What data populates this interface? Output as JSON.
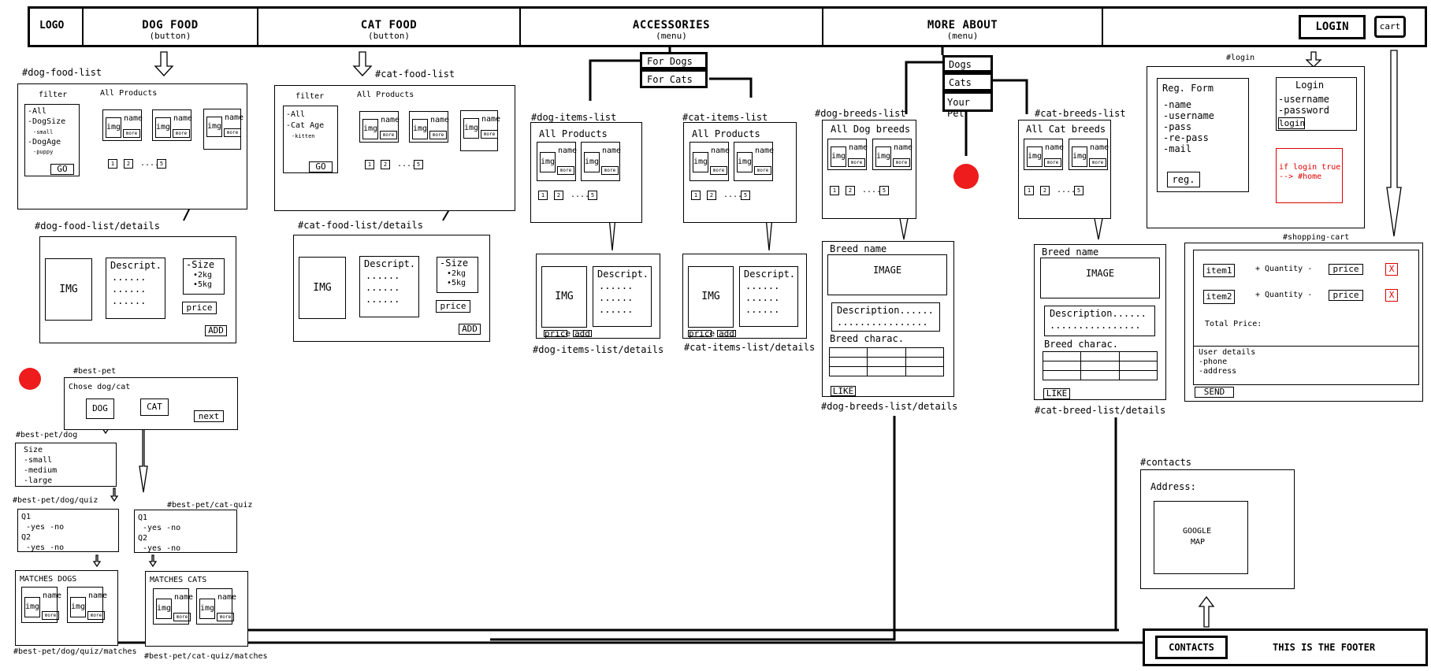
{
  "nav": {
    "logo": "LOGO",
    "dog_food": {
      "title": "DOG FOOD",
      "sub": "(button)"
    },
    "cat_food": {
      "title": "CAT FOOD",
      "sub": "(button)"
    },
    "accessories": {
      "title": "ACCESSORIES",
      "sub": "(menu)"
    },
    "more_about": {
      "title": "MORE ABOUT",
      "sub": "(menu)"
    },
    "login": "LOGIN",
    "cart": "cart"
  },
  "accessories_menu": [
    "For Dogs",
    "For Cats"
  ],
  "more_about_menu": [
    "Dogs",
    "Cats",
    "Your Pet"
  ],
  "common": {
    "img": "img",
    "name": "name",
    "more": "more",
    "page1": "1",
    "page2": "2",
    "page5": "5",
    "dots": "....",
    "go": "GO",
    "filter": "filter",
    "all_products": "All Products",
    "IMG": "IMG",
    "descript": "Descript.",
    "desc_dots": "......",
    "price": "price",
    "add": "add",
    "ADD": "ADD",
    "size": "-Size",
    "kg2": "•2kg",
    "kg5": "•5kg"
  },
  "dog_food_list": {
    "route": "#dog-food-list",
    "filter_items": [
      "-All",
      "-DogSize",
      "-small",
      "-DogAge",
      "-puppy"
    ],
    "details_route": "#dog-food-list/details"
  },
  "cat_food_list": {
    "route": "#cat-food-list",
    "filter_items": [
      "-All",
      "-Cat Age",
      "-kitten"
    ],
    "details_route": "#cat-food-list/details"
  },
  "dog_items": {
    "route": "#dog-items-list",
    "details_route": "#dog-items-list/details"
  },
  "cat_items": {
    "route": "#cat-items-list",
    "details_route": "#cat-items-list/details"
  },
  "dog_breeds": {
    "route": "#dog-breeds-list",
    "title": "All Dog  breeds",
    "details_route": "#dog-breeds-list/details"
  },
  "cat_breeds": {
    "route": "#cat-breeds-list",
    "title": "All Cat breeds",
    "details_route": "#cat-breed-list/details"
  },
  "breed_details": {
    "breed_name": "Breed name",
    "image": "IMAGE",
    "description": "Description......",
    "desc_dots": "................",
    "charac": "Breed charac.",
    "like": "LIKE"
  },
  "login": {
    "route": "#login",
    "reg_title": "Reg. Form",
    "reg_fields": [
      "-name",
      "-username",
      "-pass",
      "-re-pass",
      "-mail"
    ],
    "reg_button": "reg.",
    "login_title": "Login",
    "login_fields": [
      "-username",
      "-password"
    ],
    "login_button": "login",
    "redirect_note": [
      "if login true",
      "--> #home"
    ]
  },
  "cart": {
    "route": "#shopping-cart",
    "items": [
      {
        "name": "item1",
        "qty": "+ Quantity -",
        "price": "price",
        "remove": "X"
      },
      {
        "name": "item2",
        "qty": "+ Quantity -",
        "price": "price",
        "remove": "X"
      }
    ],
    "total": "Total Price:",
    "user_details": [
      "User details",
      "-phone",
      "-address"
    ],
    "send": "SEND"
  },
  "contacts": {
    "route": "#contacts",
    "address": "Address:",
    "map": [
      "GOOGLE",
      "MAP"
    ]
  },
  "footer": {
    "contacts": "CONTACTS",
    "text": "THIS IS THE FOOTER"
  },
  "best_pet": {
    "route": "#best-pet",
    "prompt": "Chose dog/cat",
    "dog": "DOG",
    "cat": "CAT",
    "next": "next",
    "dog_route": "#best-pet/dog",
    "size_options": [
      "Size",
      "-small",
      "-medium",
      "-large"
    ],
    "dog_quiz_route": "#best-pet/dog/quiz",
    "cat_quiz_route": "#best-pet/cat-quiz",
    "quiz": [
      "Q1",
      "-yes -no",
      "Q2",
      "-yes -no"
    ],
    "matches_dogs": "MATCHES DOGS",
    "matches_cats": "MATCHES CATS",
    "dog_matches_route": "#best-pet/dog/quiz/matches",
    "cat_matches_route": "#best-pet/cat-quiz/matches"
  }
}
